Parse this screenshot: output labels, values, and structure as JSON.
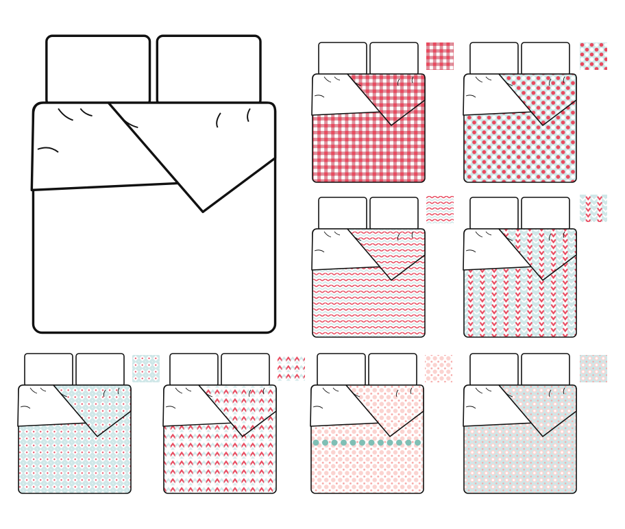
{
  "colors": {
    "outline": "#111111",
    "red": "#e84a5f",
    "light_blue": "#cfe7e8",
    "pink": "#f7a9a8",
    "pale_pink": "#fbd3d0",
    "teal": "#7fbfb5",
    "white": "#ffffff"
  },
  "beds": [
    {
      "id": "blank",
      "pattern": "none"
    },
    {
      "id": "gingham",
      "pattern": "gingham"
    },
    {
      "id": "polka-red-white",
      "pattern": "polka"
    },
    {
      "id": "zigzag",
      "pattern": "zigzag"
    },
    {
      "id": "vertical-chevron",
      "pattern": "vchevron"
    },
    {
      "id": "diamond-dots",
      "pattern": "diamonddots"
    },
    {
      "id": "arrows",
      "pattern": "arrows"
    },
    {
      "id": "pink-dots",
      "pattern": "pinkdots"
    },
    {
      "id": "pink-diamonds",
      "pattern": "pinkdiamonds"
    }
  ]
}
